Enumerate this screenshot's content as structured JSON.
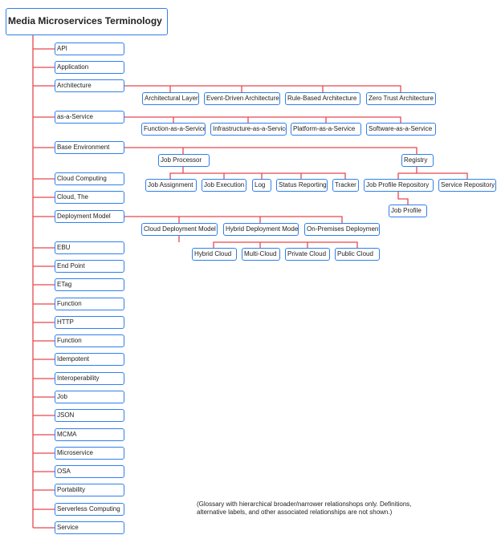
{
  "title": "Media Microservices Terminology",
  "terms": {
    "api": "API",
    "application": "Application",
    "architecture": "Architecture",
    "architectural_layer": "Architectural Layer",
    "event_driven_architecture": "Event-Driven Architecture",
    "rule_based_architecture": "Rule-Based Architecture",
    "zero_trust_architecture": "Zero Trust Architecture",
    "as_a_service": "as-a-Service",
    "function_as_a_service": "Function-as-a-Service",
    "infrastructure_as_a_service": "Infrastructure-as-a-Service",
    "platform_as_a_service": "Platform-as-a-Service",
    "software_as_a_service": "Software-as-a-Service",
    "base_environment": "Base Environment",
    "job_processor": "Job Processor",
    "job_assignment": "Job Assignment",
    "job_execution": "Job Execution",
    "log": "Log",
    "status_reporting": "Status Reporting",
    "tracker": "Tracker",
    "registry": "Registry",
    "job_profile_repository": "Job Profile Repository",
    "service_repository": "Service Repository",
    "job_profile": "Job Profile",
    "cloud_computing": "Cloud Computing",
    "cloud_the": "Cloud, The",
    "deployment_model": "Deployment Model",
    "cloud_deployment_model": "Cloud Deployment Model",
    "hybrid_deployment_model": "Hybrid Deployment Model",
    "on_premises_deployment": "On-Premises Deployment",
    "hybrid_cloud": "Hybrid Cloud",
    "multi_cloud": "Multi-Cloud",
    "private_cloud": "Private Cloud",
    "public_cloud": "Public Cloud",
    "ebu": "EBU",
    "end_point": "End Point",
    "etag": "ETag",
    "function_1": "Function",
    "http": "HTTP",
    "function_2": "Function",
    "idempotent": "Idempotent",
    "interoperability": "Interoperability",
    "job": "Job",
    "json": "JSON",
    "mcma": "MCMA",
    "microservice": "Microservice",
    "osa": "OSA",
    "portability": "Portability",
    "serverless_computing": "Serverless Computing",
    "service": "Service"
  },
  "note": "(Glossary with hierarchical broader/narrower relationshops only.  Definitions, alternative labels, and other associated relationships are not shown.)",
  "colors": {
    "box_border": "#2f80ed",
    "connector": "#e8474f"
  }
}
